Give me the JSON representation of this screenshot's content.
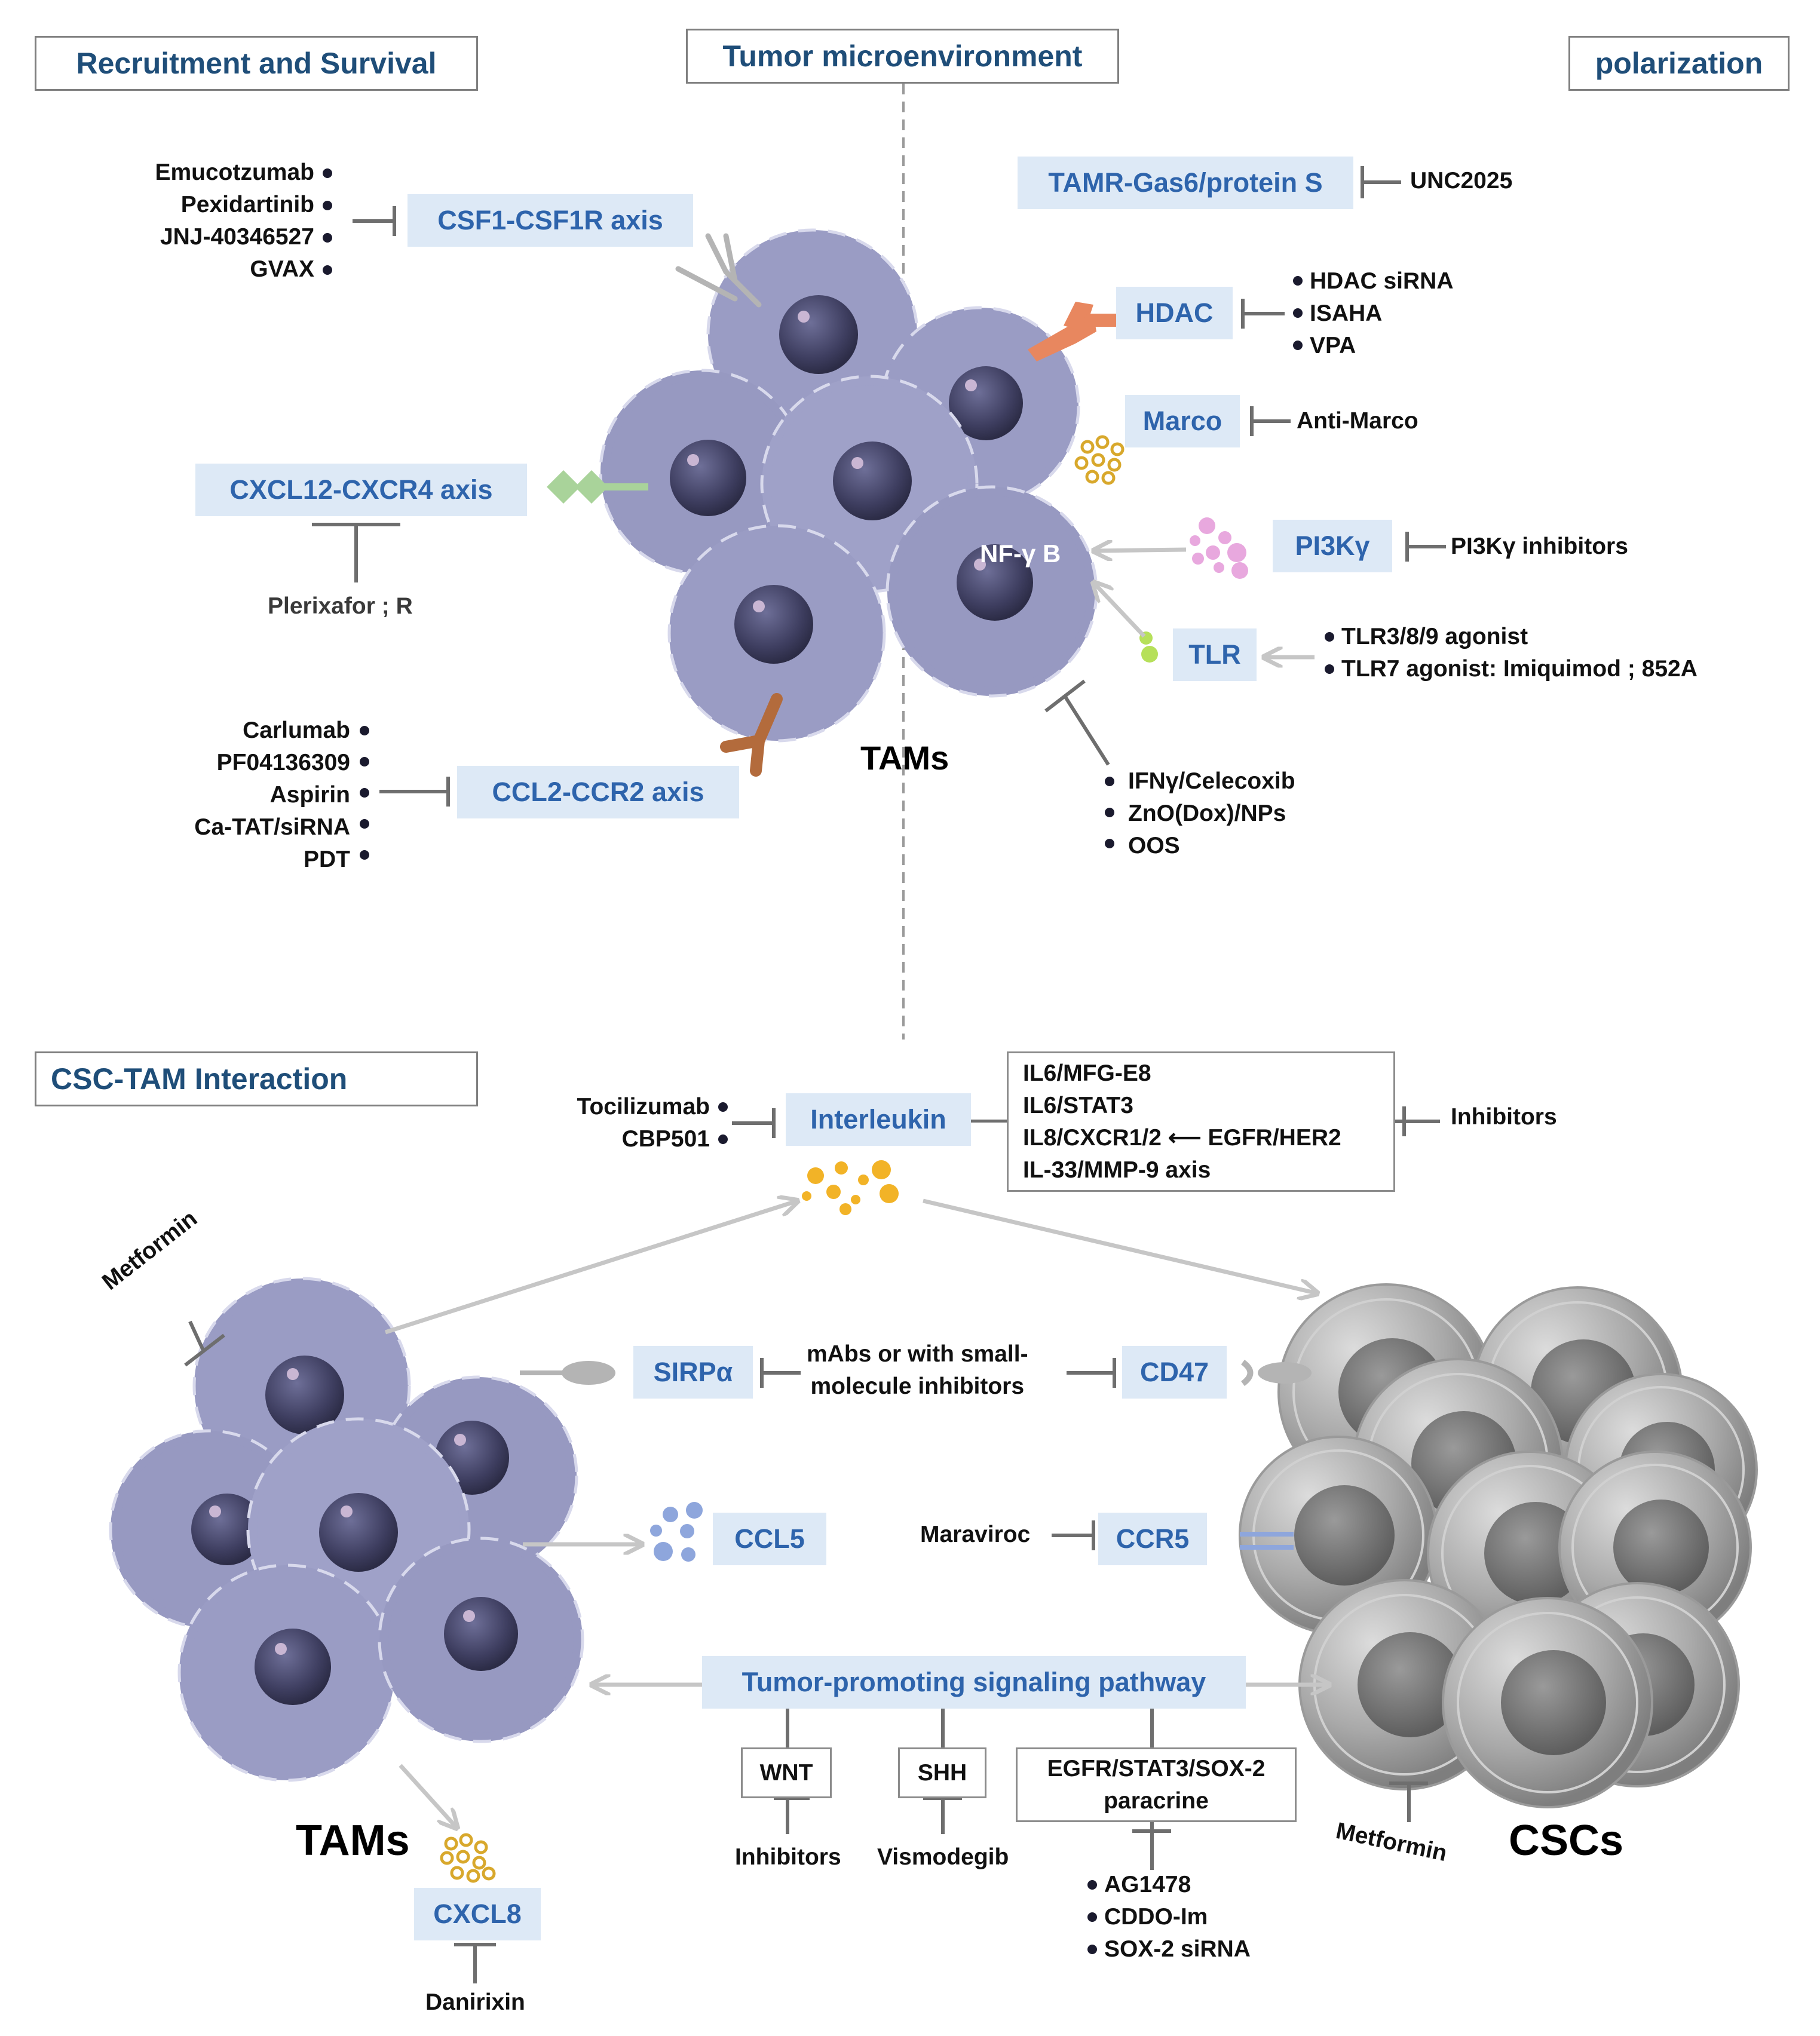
{
  "headers": {
    "recruitment": "Recruitment and Survival",
    "microenvironment": "Tumor microenvironment",
    "polarization": "polarization",
    "interaction": "CSC-TAM Interaction"
  },
  "cell_labels": {
    "tams_top": "TAMs",
    "tams_bottom": "TAMs",
    "cscs": "CSCs",
    "nfkb": "NF-γ B"
  },
  "targets": {
    "csf1": "CSF1-CSF1R axis",
    "cxcl12": "CXCL12-CXCR4 axis",
    "ccl2": "CCL2-CCR2 axis",
    "tamr": "TAMR-Gas6/protein S",
    "hdac": "HDAC",
    "marco": "Marco",
    "pi3k": "PI3Kγ",
    "tlr": "TLR",
    "interleukin": "Interleukin",
    "sirpa": "SIRPα",
    "cd47": "CD47",
    "ccl5": "CCL5",
    "ccr5": "CCR5",
    "pathway": "Tumor-promoting signaling pathway",
    "cxcl8": "CXCL8"
  },
  "drugs": {
    "csf1": [
      "Emucotzumab",
      "Pexidartinib",
      "JNJ-40346527",
      "GVAX"
    ],
    "cxcl12": "Plerixafor ; R",
    "ccl2": [
      "Carlumab",
      "PF04136309",
      "Aspirin",
      "Ca-TAT/siRNA",
      "PDT"
    ],
    "tamr": "UNC2025",
    "hdac": [
      "HDAC siRNA",
      "ISAHA",
      "VPA"
    ],
    "marco": "Anti-Marco",
    "pi3k": "PI3Kγ inhibitors",
    "tlr": [
      "TLR3/8/9 agonist",
      "TLR7 agonist: Imiquimod ; 852A"
    ],
    "nfkb": [
      "IFNγ/Celecoxib",
      "ZnO(Dox)/NPs",
      "OOS"
    ],
    "interleukin": [
      "Tocilizumab",
      "CBP501"
    ],
    "interleukin_axes": [
      "IL6/MFG-E8",
      "IL6/STAT3",
      "IL8/CXCR1/2 ⟵ EGFR/HER2",
      "IL-33/MMP-9 axis"
    ],
    "interleukin_inhibitors": "Inhibitors",
    "metformin_tam": "Metformin",
    "sirpa_cd47": [
      "mAbs or with small-",
      "molecule inhibitors"
    ],
    "ccr5": "Maraviroc",
    "wnt_box": "WNT",
    "wnt": "Inhibitors",
    "shh_box": "SHH",
    "shh": "Vismodegib",
    "egfr_box": [
      "EGFR/STAT3/SOX-2",
      "paracrine"
    ],
    "egfr": [
      "AG1478",
      "CDDO-Im",
      "SOX-2 siRNA"
    ],
    "metformin_csc": "Metformin",
    "cxcl8": "Danirixin"
  },
  "colors": {
    "box_fill": "#dde9f6",
    "box_text": "#2e64ac",
    "header_text": "#1f4e79",
    "tam_cell": "#9a9cc4",
    "csc_cell": "#a8a8a8",
    "arrow": "#c8c8c8",
    "inhibit": "#6e6e6e"
  }
}
